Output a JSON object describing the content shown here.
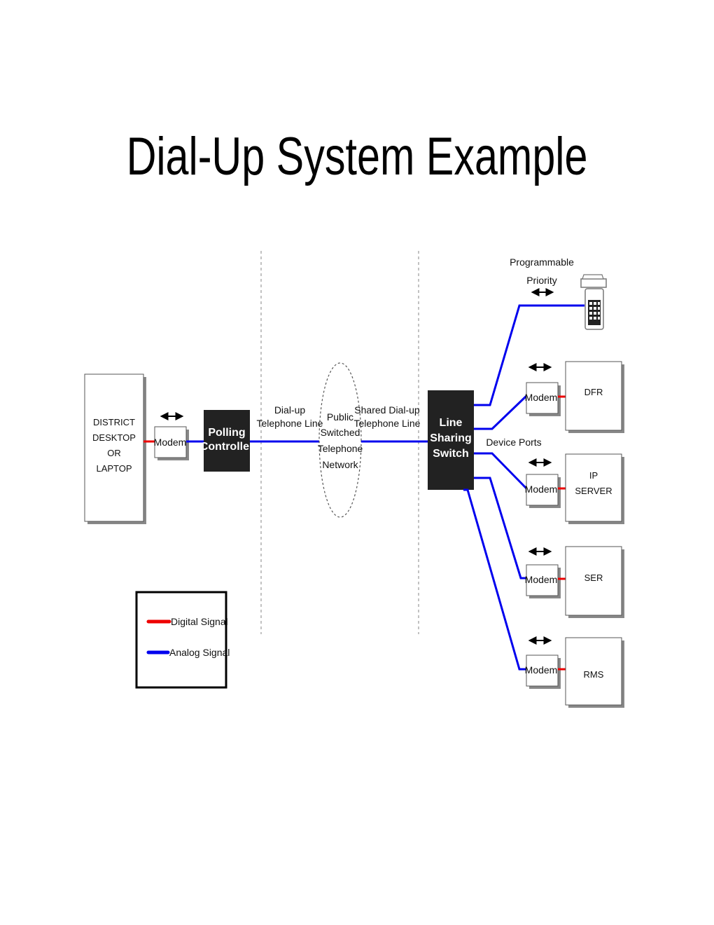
{
  "slide": {
    "title": "Dial-Up System Example"
  },
  "diagram": {
    "district_box": [
      "DISTRICT",
      "DESKTOP",
      "OR",
      "LAPTOP"
    ],
    "modem_label": "Modem",
    "polling_controller": [
      "Polling",
      "Controller"
    ],
    "dialup_line": [
      "Dial-up",
      "Telephone Line"
    ],
    "pstn": [
      "Public",
      "Switched",
      "Telephone",
      "Network"
    ],
    "shared_line": [
      "Shared Dial-up",
      "Telephone Line"
    ],
    "line_sharing_switch": [
      "Line",
      "Sharing",
      "Switch"
    ],
    "programmable_priority": [
      "Programmable",
      "Priority"
    ],
    "device_ports": "Device Ports",
    "devices": {
      "dfr": "DFR",
      "ip_server": [
        "IP",
        "SERVER"
      ],
      "ser": "SER",
      "rms": "RMS"
    },
    "legend": {
      "digital": "Digital Signal",
      "analog": "Analog Signal",
      "digital_color": "#ee0000",
      "analog_color": "#0000ee"
    }
  }
}
